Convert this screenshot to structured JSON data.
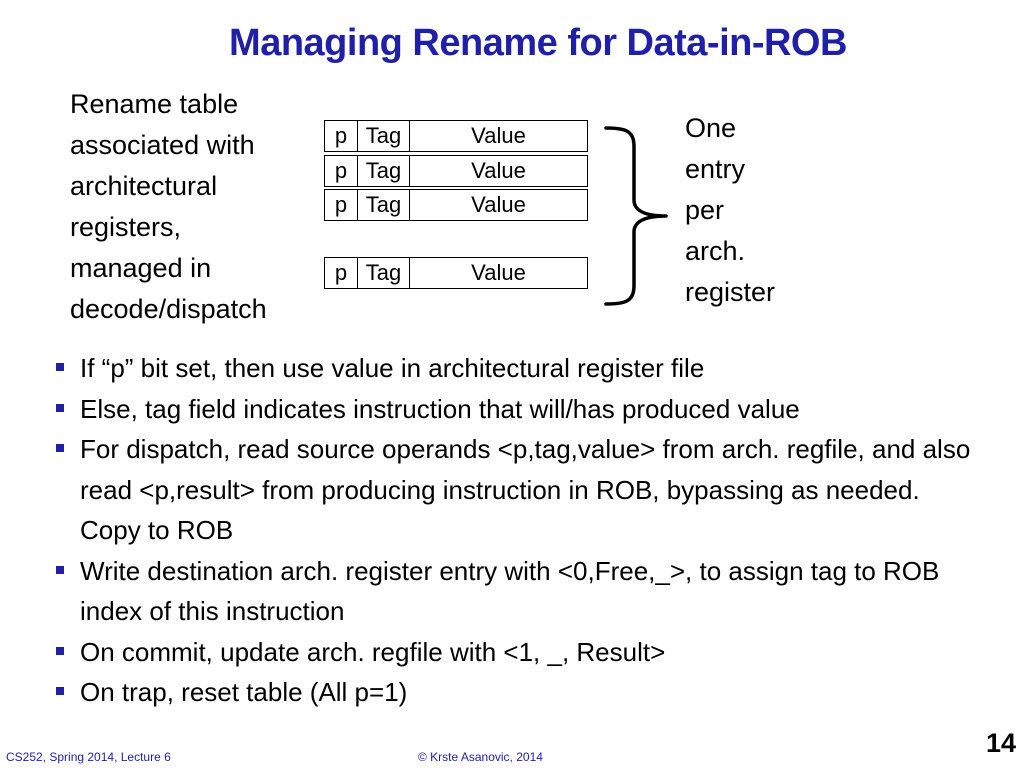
{
  "slide": {
    "title": "Managing Rename for Data-in-ROB",
    "left_label": [
      "Rename table",
      "associated with",
      "architectural",
      "registers,",
      "managed in",
      "decode/dispatch"
    ],
    "table_rows": [
      {
        "p": "p",
        "tag": "Tag",
        "value": "Value"
      },
      {
        "p": "p",
        "tag": "Tag",
        "value": "Value"
      },
      {
        "p": "p",
        "tag": "Tag",
        "value": "Value"
      },
      {
        "p": "p",
        "tag": "Tag",
        "value": "Value"
      }
    ],
    "right_label": [
      "One",
      "entry",
      "per",
      "arch.",
      "register"
    ],
    "bullets": [
      "If “p” bit set, then use value in architectural register file",
      "Else, tag field indicates instruction that will/has produced value",
      "For dispatch, read source operands <p,tag,value> from arch. regfile, and also read <p,result> from producing instruction in ROB, bypassing as needed. Copy to ROB",
      "Write destination arch. register entry with  <0,Free,_>, to assign tag to ROB index of this instruction",
      "On commit, update arch. regfile with <1, _, Result>",
      "On trap, reset table (All p=1)"
    ]
  },
  "footer": {
    "course": "CS252, Spring 2014, Lecture 6",
    "copyright": "© Krste Asanovic, 2014",
    "page": "14"
  },
  "colors": {
    "title": "#1f1fa8",
    "bullet": "#1f1fa8",
    "footer": "#1f1fa8"
  },
  "icons": {
    "bullet": "square-bullet-icon",
    "brace": "right-curly-brace-icon"
  }
}
